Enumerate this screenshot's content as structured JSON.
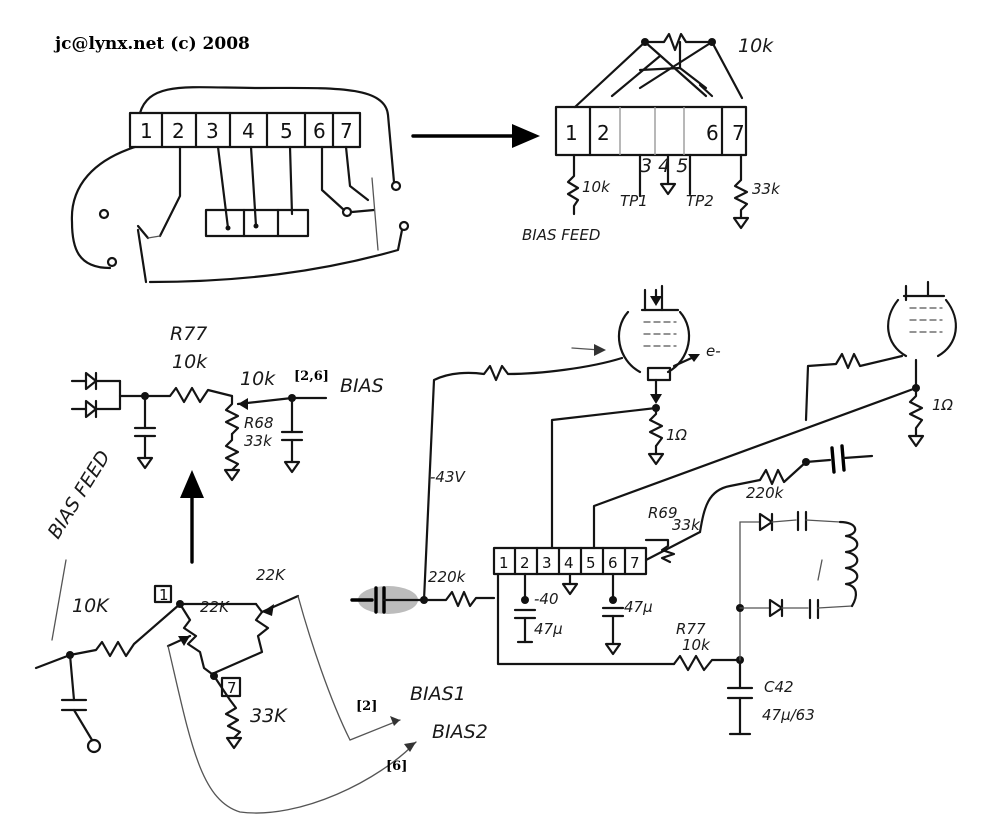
{
  "credit": "jc@lynx.net (c) 2008",
  "top_left_connector": {
    "pins": [
      "1",
      "2",
      "3",
      "4",
      "5",
      "6",
      "7"
    ]
  },
  "top_right_connector": {
    "pins": [
      "1",
      "2",
      "6",
      "7"
    ],
    "pot_label": "10k",
    "left_resistor": "10k",
    "right_resistor": "33k",
    "pins_middle": "3 4 5",
    "testpoint_1": "TP1",
    "testpoint_2": "TP2",
    "bias_feed": "BIAS FEED"
  },
  "bias_network": {
    "r77_label": "R77",
    "r77_value": "10k",
    "pot_value": "10k",
    "r68_label": "R68",
    "r68_value": "33k",
    "pin_ref": "[2,6]",
    "bias_label": "BIAS"
  },
  "bias_feed_detail": {
    "bias_feed": "BIAS FEED",
    "series_resistor": "10K",
    "pin_1": "1",
    "pot_a": "22K",
    "pot_b": "22K",
    "pin_7": "7",
    "lower_resistor": "33K",
    "ref_2": "[2]",
    "bias1": "BIAS1",
    "bias2": "BIAS2",
    "ref_6": "[6]"
  },
  "main_schematic": {
    "voltage": "-43V",
    "electron": "e-",
    "cathode_res_left": "1Ω",
    "cathode_res_right": "1Ω",
    "connector_pins": [
      "1",
      "2",
      "3",
      "4",
      "5",
      "6",
      "7"
    ],
    "r69_label": "R69",
    "r69_value": "33k",
    "r220_top": "220k",
    "r220_left": "220k",
    "pin2_voltage": "-40",
    "cap_pin2": "47µ",
    "cap_pin6": "47µ",
    "r77_label": "R77",
    "r77_value": "10k",
    "c42_label": "C42",
    "c42_value": "47µ/63"
  }
}
